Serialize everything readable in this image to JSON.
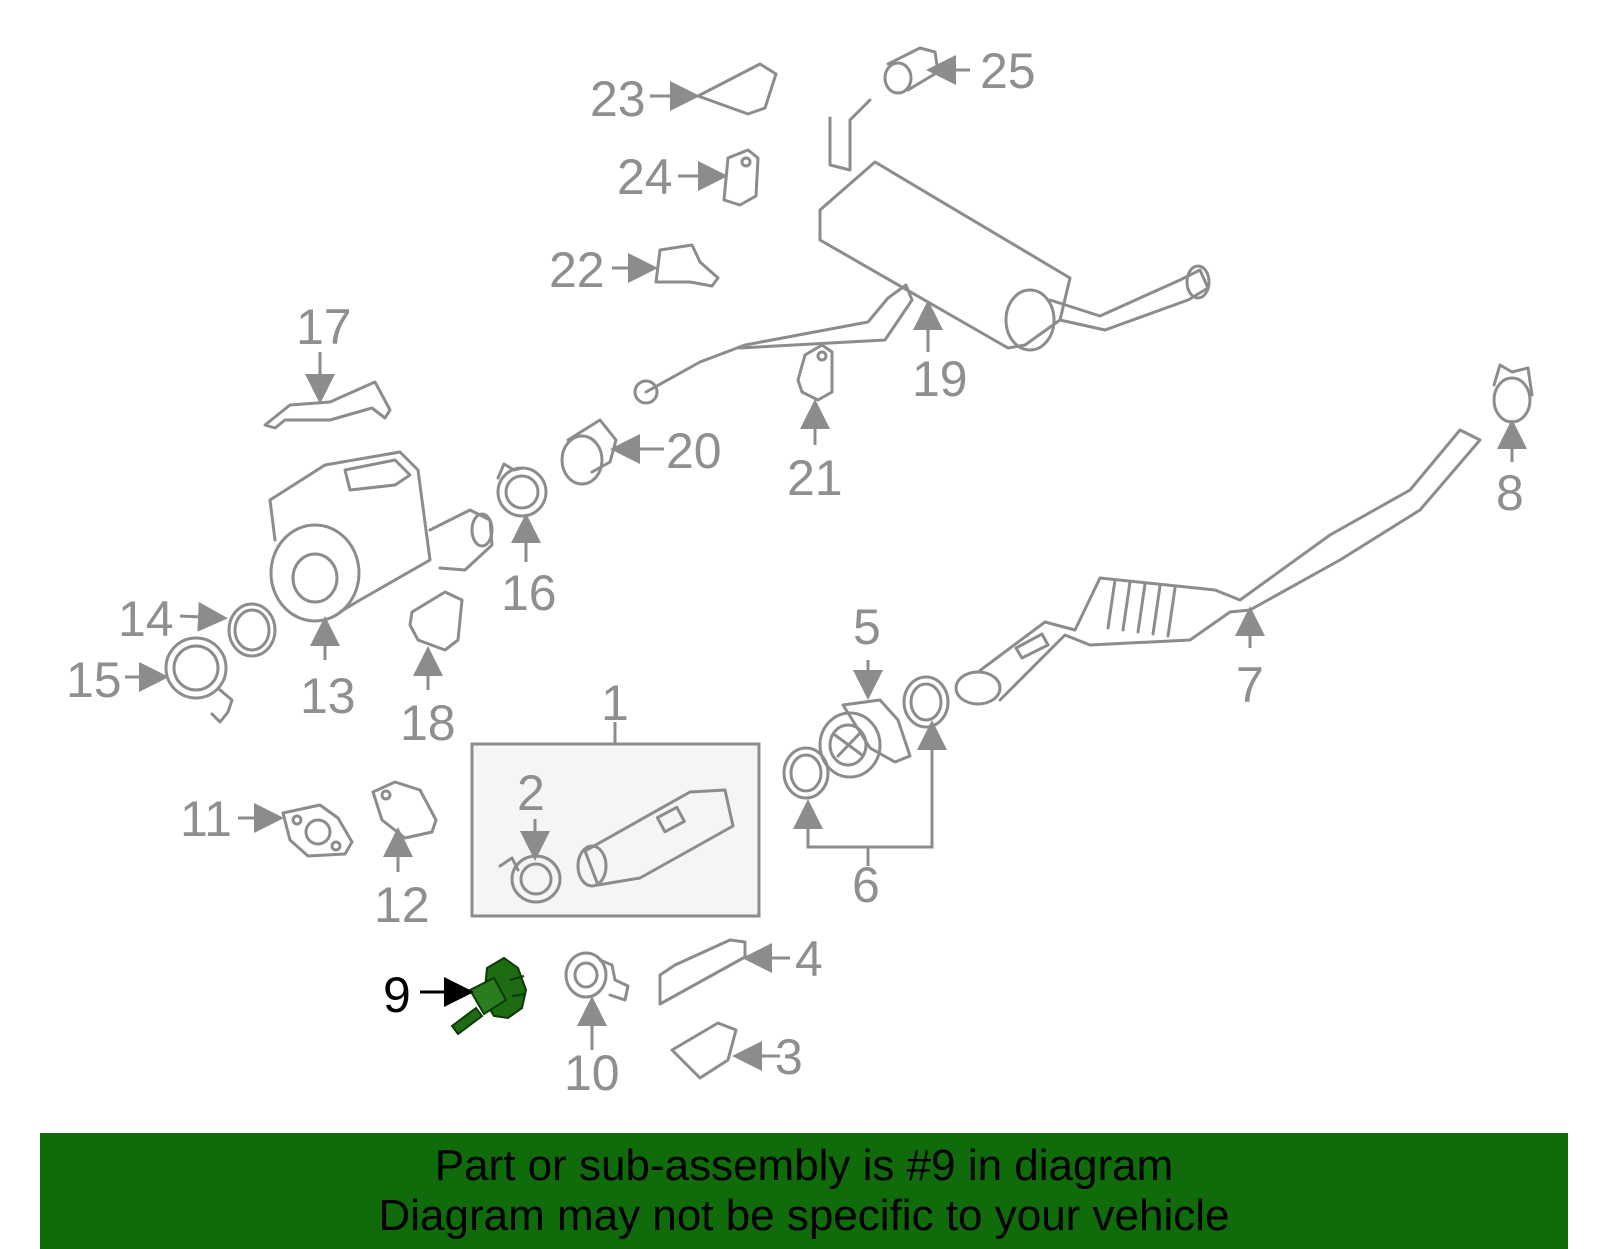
{
  "diagram": {
    "callouts": [
      "1",
      "2",
      "3",
      "4",
      "5",
      "6",
      "7",
      "8",
      "9",
      "10",
      "11",
      "12",
      "13",
      "14",
      "15",
      "16",
      "17",
      "18",
      "19",
      "20",
      "21",
      "22",
      "23",
      "24",
      "25"
    ],
    "highlighted_part": "9",
    "colors": {
      "line": "#8c8c8c",
      "highlight": "#1f6b14",
      "banner": "#106b0a",
      "assembly_box_fill": "#f5f5f5"
    }
  },
  "banner": {
    "line1": "Part or sub-assembly is #9 in diagram",
    "line2": "Diagram may not be specific to your vehicle"
  }
}
